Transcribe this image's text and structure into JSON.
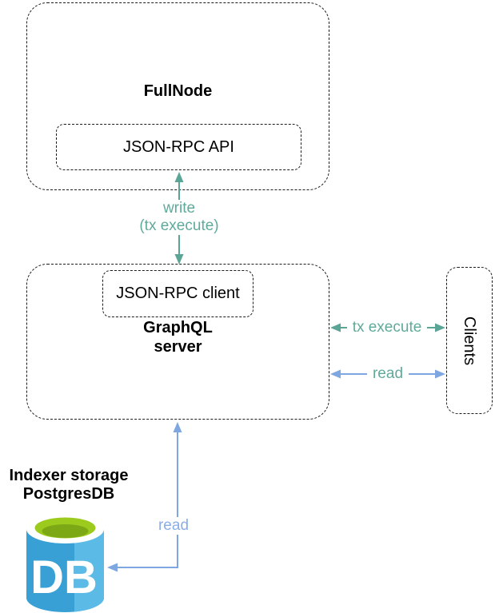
{
  "diagram": {
    "fullnode": {
      "title": "FullNode",
      "api_box_label": "JSON-RPC API"
    },
    "graphql": {
      "title_line1": "GraphQL",
      "title_line2": "server",
      "client_box_label": "JSON-RPC client"
    },
    "clients": {
      "title": "Clients"
    },
    "indexer": {
      "title_line1": "Indexer storage",
      "title_line2": "PostgresDB",
      "db_icon_label": "DB"
    },
    "arrows": {
      "write": {
        "label_line1": "write",
        "label_line2": "(tx execute)"
      },
      "tx_execute": {
        "label": "tx execute"
      },
      "read_clients": {
        "label": "read"
      },
      "read_db": {
        "label": "read"
      }
    }
  },
  "colors": {
    "teal": "#5ba596",
    "teal_label": "#5faa9b",
    "blue": "#7ea6e0",
    "blue_label": "#8aade8",
    "box_border": "#1b1b1b",
    "db_body": "#38a0d5",
    "db_body_highlight": "#5cbbe6",
    "db_top_green": "#9ccb1e",
    "db_top_green_dark": "#7da816",
    "db_label": "#ffffff"
  }
}
